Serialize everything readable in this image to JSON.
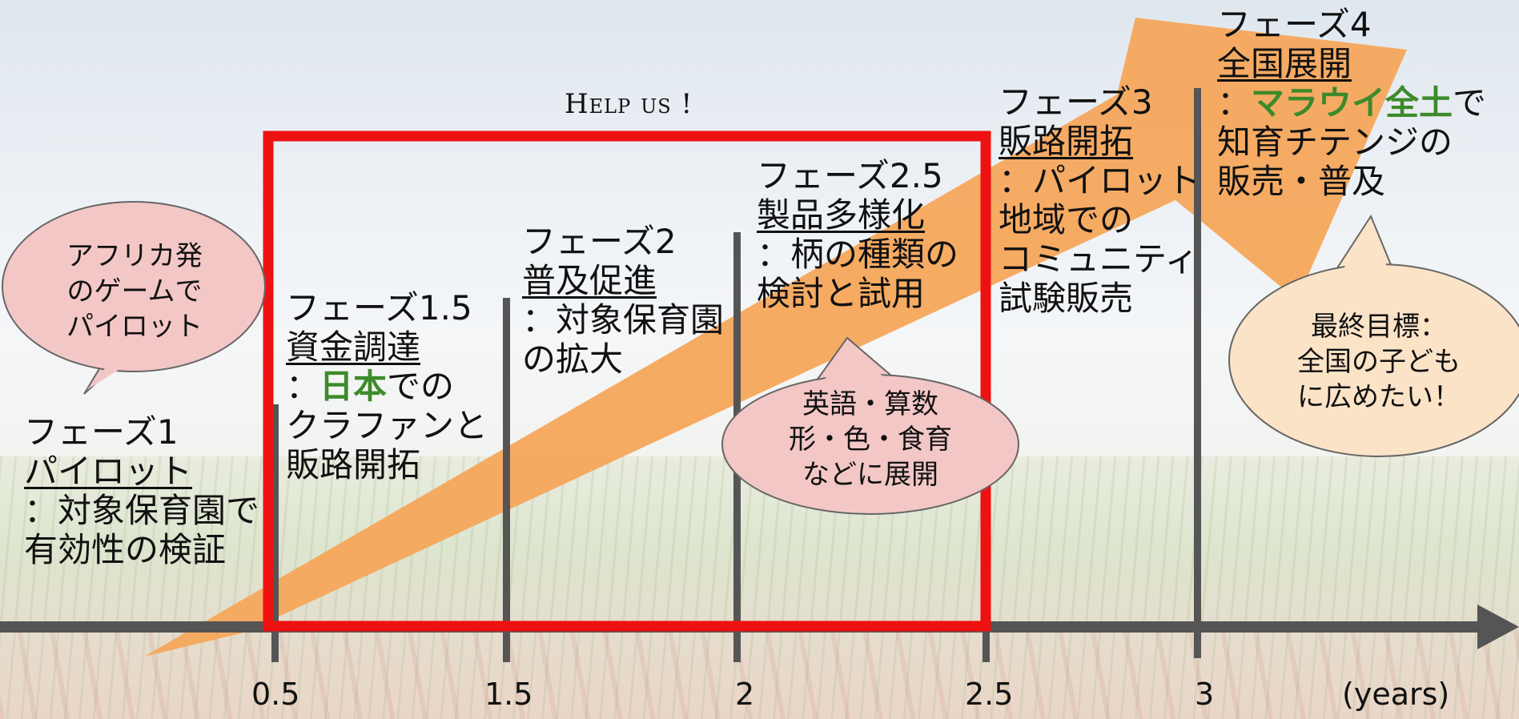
{
  "help_text": "Help us !",
  "axis": {
    "ticks": [
      "0.5",
      "1.5",
      "2",
      "2.5",
      "3"
    ],
    "unit": "(years)"
  },
  "phases": [
    {
      "title": "フェーズ1",
      "subtitle": "パイロット",
      "desc_lines": [
        "：対象保育園で",
        "有効性の検証"
      ]
    },
    {
      "title": "フェーズ1.5",
      "subtitle": "資金調達",
      "desc_prefix": "：",
      "desc_highlight": "日本",
      "desc_suffix": "での",
      "desc_lines": [
        "クラファンと",
        "販路開拓"
      ]
    },
    {
      "title": "フェーズ2",
      "subtitle": "普及促進",
      "desc_lines": [
        "：対象保育園",
        "の拡大"
      ]
    },
    {
      "title": "フェーズ2.5",
      "subtitle": "製品多様化",
      "desc_lines": [
        "：柄の種類の",
        "検討と試用"
      ]
    },
    {
      "title": "フェーズ3",
      "subtitle": "販路開拓",
      "desc_lines": [
        "：パイロット",
        "地域での",
        "コミュニティ",
        "試験販売"
      ]
    },
    {
      "title": "フェーズ4",
      "subtitle": "全国展開",
      "desc_prefix": "：",
      "desc_highlight": "マラウイ全土",
      "desc_suffix": "で",
      "desc_lines": [
        "知育チテンジの",
        "販売・普及"
      ]
    }
  ],
  "bubbles": {
    "pilot": [
      "アフリカ発",
      "のゲームで",
      "パイロット"
    ],
    "expand": [
      "英語・算数",
      "形・色・食育",
      "などに展開"
    ],
    "goal": [
      "最終目標：",
      "全国の子ども",
      "に広めたい！"
    ]
  },
  "colors": {
    "arrow": "#f5a65b",
    "frame": "#ee1111",
    "axis": "#555555",
    "highlight": "#3d8a2a",
    "bubble_pink": "#f3c7c6",
    "bubble_peach": "#fbe3c7"
  }
}
